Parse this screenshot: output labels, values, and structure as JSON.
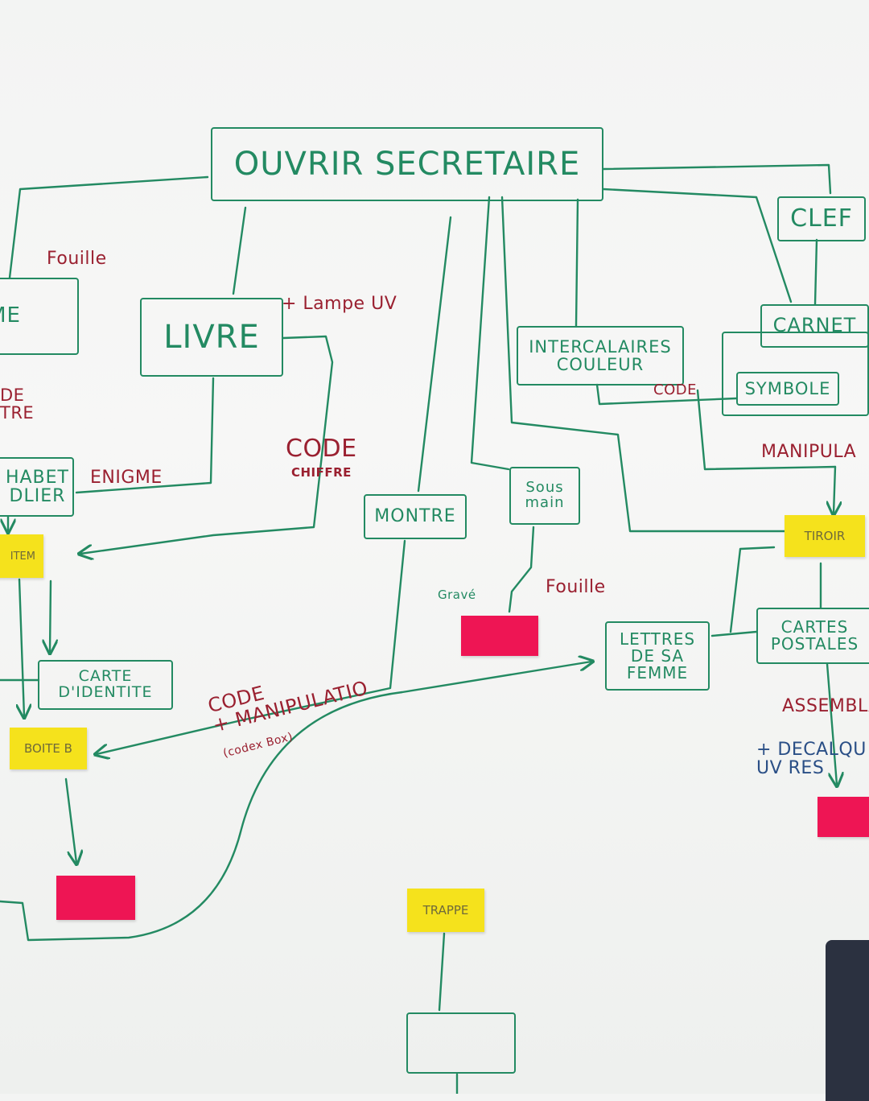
{
  "diagram": {
    "central_box": "OUVRIR SECRETAIRE",
    "boxes": {
      "clef": "CLEF",
      "me_partial": "ME",
      "livre": "LIVRE",
      "intercalaires": "INTERCALAIRES\nCOULEUR",
      "carnet": "CARNET",
      "symbole": "SYMBOLE",
      "alphabet_partial": "HABET\nDLIER",
      "montre": "MONTRE",
      "sous_main": "Sous\nmain",
      "carte_identite": "CARTE\nD'IDENTITE",
      "lettres": "LETTRES\nDE SA\nFEMME",
      "cartes_postales": "CARTES\nPOSTALES",
      "bottom_empty": ""
    },
    "stickies": {
      "tiroir": "TIROIR",
      "boite_left_partial": "ITEM",
      "boite_b": "BOITE B",
      "trappe": "TRAPPE"
    },
    "annotations": {
      "fouille_1": "Fouille",
      "lampe_uv": "+ Lampe UV",
      "code_partial": "DE\nTRE",
      "enigme": "ENIGME",
      "code_chiffre": "CODE",
      "chiffre": "CHIFFRE",
      "code_carnet": "CODE",
      "manipulation_partial": "MANIPULA",
      "grave": "Gravé",
      "fouille_2": "Fouille",
      "code_manip": "CODE\n+ MANIPULATIO",
      "codex_box": "(codex Box)",
      "assemblage_partial": "ASSEMBLA",
      "decalque_partial": "+ DECALQU\nUV  RES"
    }
  }
}
